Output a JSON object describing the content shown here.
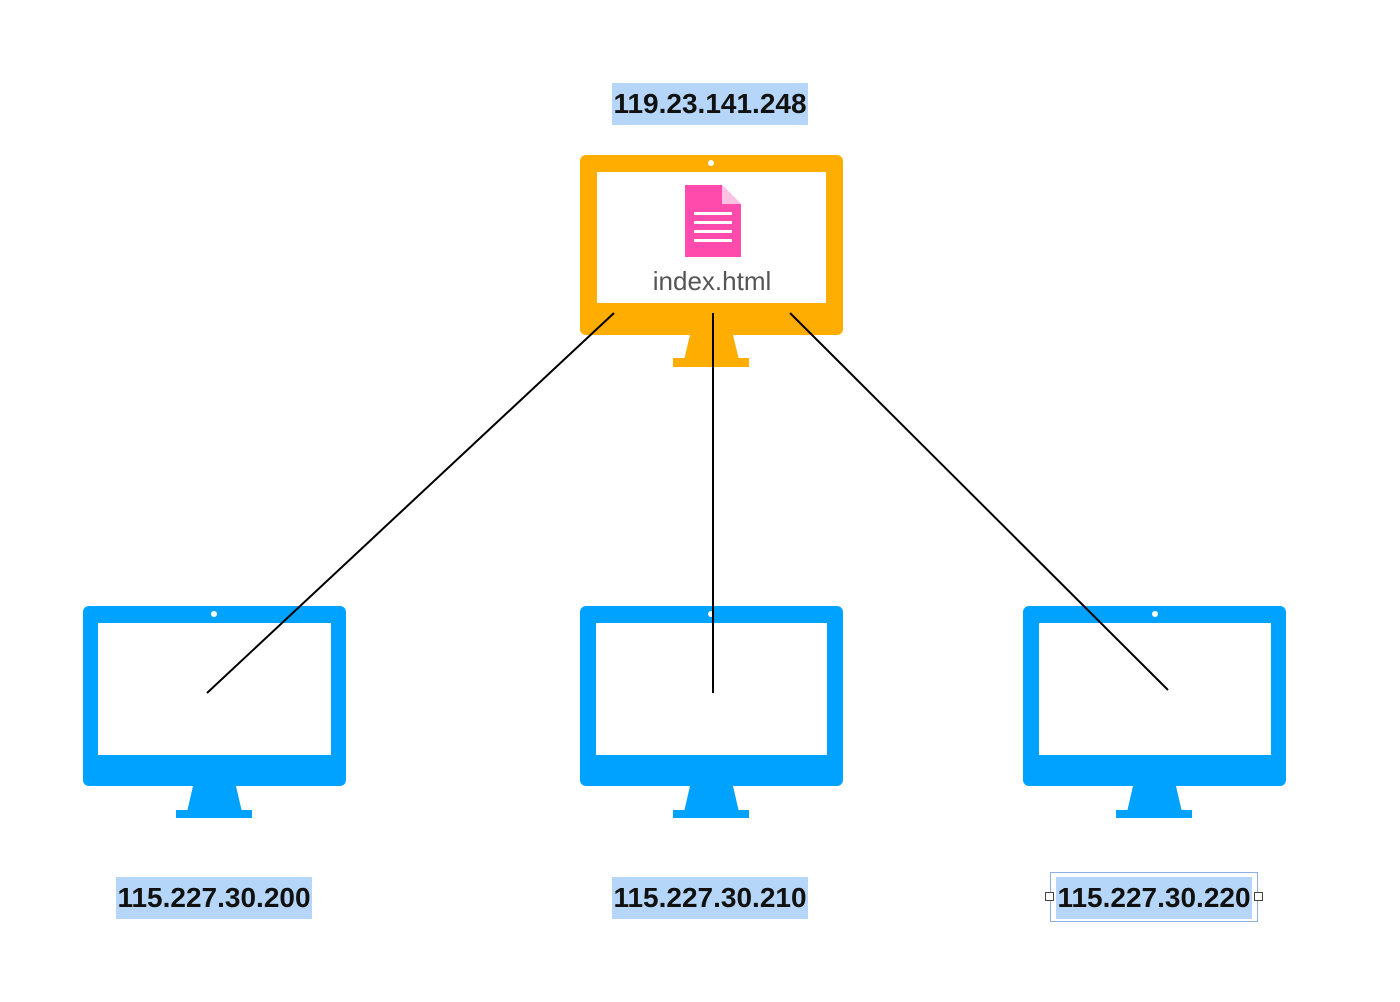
{
  "colors": {
    "server_monitor": "#ffad00",
    "client_monitor": "#00a2ff",
    "file_icon": "#ff4bab",
    "ip_highlight": "#b5d6f8",
    "connection_line": "#000000",
    "screen": "#ffffff"
  },
  "server": {
    "ip": "119.23.141.248",
    "file_name": "index.html",
    "icon": "desktop-monitor-icon",
    "file_icon": "document-icon"
  },
  "clients": [
    {
      "ip": "115.227.30.200",
      "icon": "desktop-monitor-icon"
    },
    {
      "ip": "115.227.30.210",
      "icon": "desktop-monitor-icon"
    },
    {
      "ip": "115.227.30.220",
      "icon": "desktop-monitor-icon",
      "selected": true
    }
  ]
}
